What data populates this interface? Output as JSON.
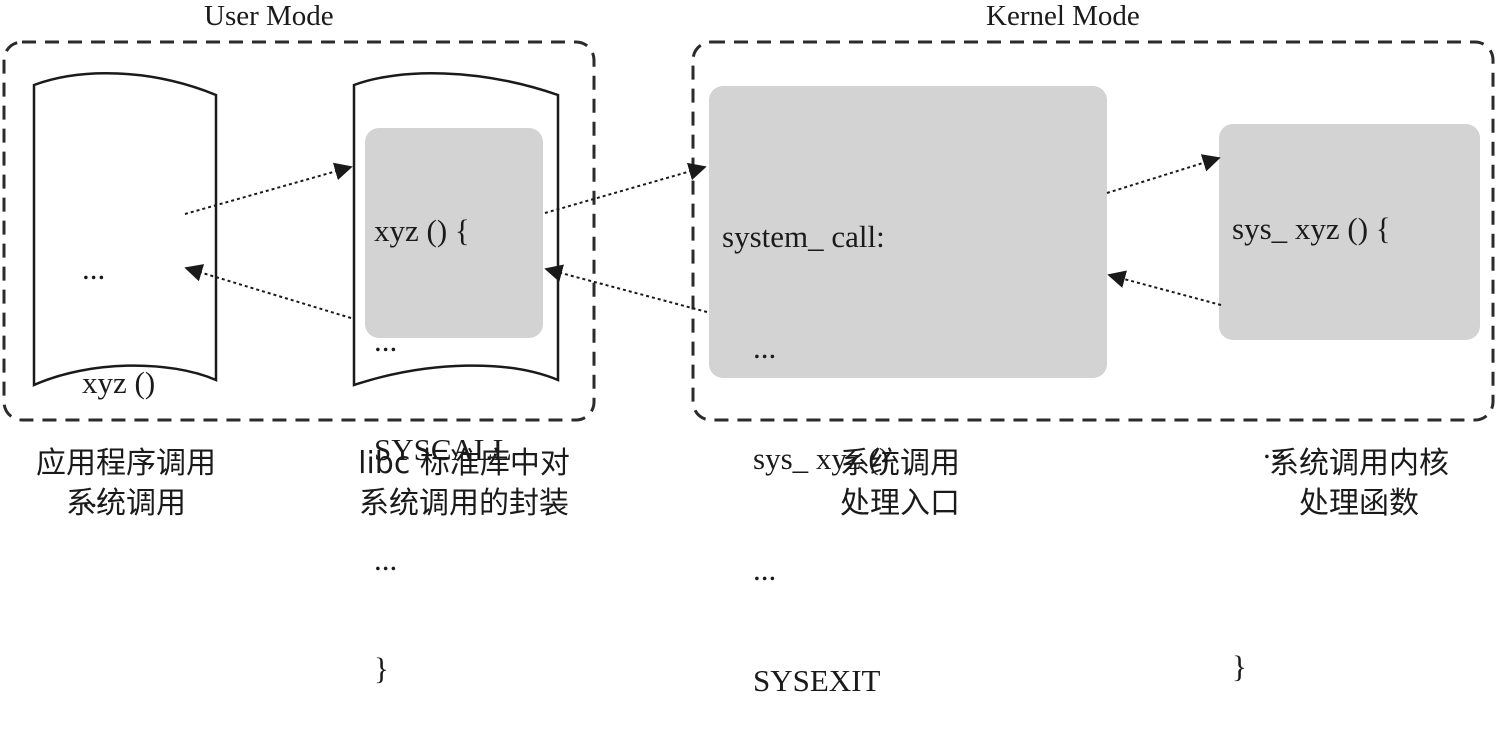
{
  "modes": {
    "user": "User Mode",
    "kernel": "Kernel Mode"
  },
  "app_program": {
    "lines": [
      "...",
      "xyz ()",
      "..."
    ]
  },
  "libc_wrapper": {
    "lines": [
      "xyz () {",
      "...",
      "SYSCALL",
      "...",
      "}"
    ]
  },
  "system_call_entry": {
    "lines": [
      "system_ call:",
      "    ...",
      "    sys_ xyz ()",
      "    ...",
      "    SYSEXIT"
    ]
  },
  "kernel_handler": {
    "lines": [
      "sys_ xyz () {",
      "",
      "    ...",
      "",
      "}"
    ]
  },
  "captions": {
    "app": [
      "应用程序调用",
      "系统调用"
    ],
    "libc": [
      "libc 标准库中对",
      "系统调用的封装"
    ],
    "entry": [
      "系统调用",
      "处理入口"
    ],
    "handler": [
      "系统调用内核",
      "处理函数"
    ]
  },
  "colors": {
    "box_fill": "#d3d3d3",
    "stroke": "#2b2b2b",
    "text": "#1a1a1a"
  }
}
